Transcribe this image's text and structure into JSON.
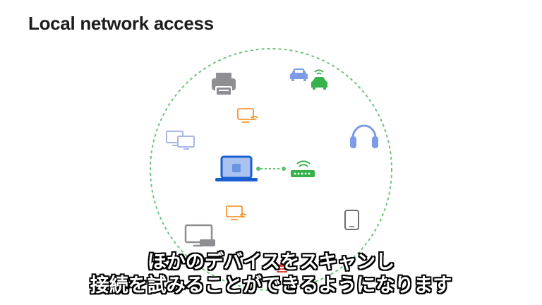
{
  "slide": {
    "title": "Local network access"
  },
  "subtitles": {
    "line1": "ほかのデバイスをスキャンし",
    "line2": "接続を試みることができるようになります"
  },
  "colors": {
    "circle": "#5cc26d",
    "laptop": "#1a5fd1",
    "router": "#36b24a",
    "orange": "#f08c1a",
    "gray": "#8e8e93",
    "lightblue": "#8fa6e8"
  },
  "icons": [
    "printer-icon",
    "car-icon",
    "wireless-car-icon",
    "wireless-display-icon",
    "headphones-icon",
    "desktop-monitors-icon",
    "laptop-icon",
    "router-icon",
    "tablet-icon",
    "tv-box-icon",
    "airplay-icon"
  ]
}
